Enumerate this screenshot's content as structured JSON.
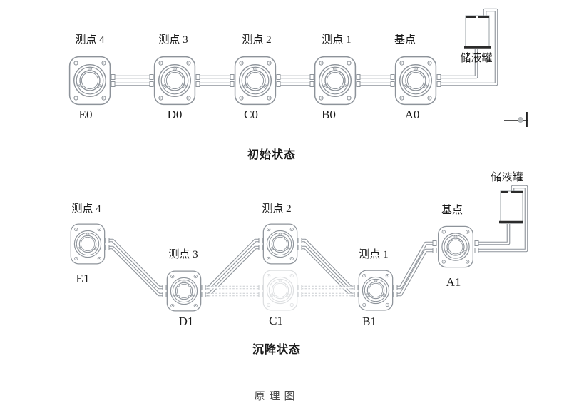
{
  "caption": "原理图",
  "initial": {
    "title": "初始状态",
    "tank": "储液罐",
    "points": [
      {
        "label": "测点 4",
        "code": "E0"
      },
      {
        "label": "测点 3",
        "code": "D0"
      },
      {
        "label": "测点 2",
        "code": "C0"
      },
      {
        "label": "测点 1",
        "code": "B0"
      },
      {
        "label": "基点",
        "code": "A0"
      }
    ]
  },
  "settlement": {
    "title": "沉降状态",
    "tank": "储液罐",
    "points": [
      {
        "label": "测点 4",
        "code": "E1"
      },
      {
        "label": "测点 3",
        "code": "D1"
      },
      {
        "label": "测点 2",
        "code": "C1"
      },
      {
        "label": "测点 1",
        "code": "B1"
      },
      {
        "label": "基点",
        "code": "A1"
      }
    ]
  },
  "colors": {
    "line_gray": "#8d939a",
    "ghost_gray": "#c9ccd0",
    "tank_bar": "#2b2b2b",
    "text": "#1a1a1a",
    "caption_text": "#4d4d4d",
    "background": "#ffffff"
  },
  "icons": {
    "sensor": "hydrostatic-level-sensor",
    "tank": "reservoir-tank",
    "corner_mark": "pipe-end-mark"
  }
}
